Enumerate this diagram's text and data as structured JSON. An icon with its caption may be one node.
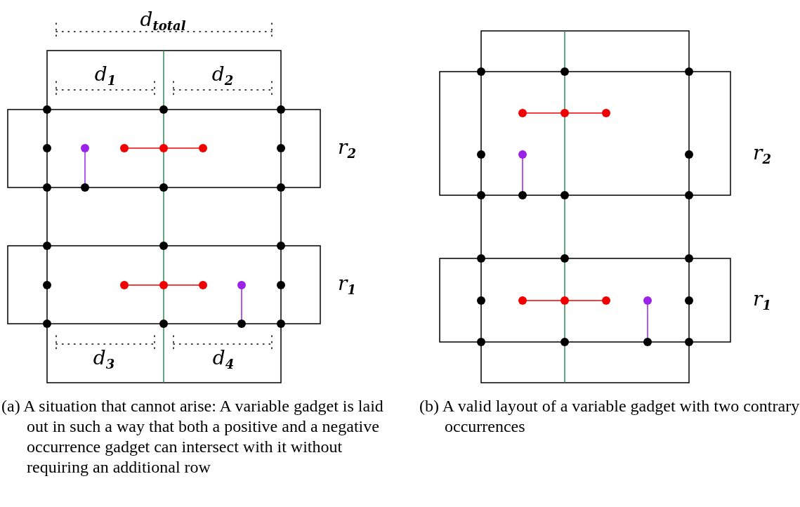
{
  "diagram": {
    "labels": [
      "d$_{total}$",
      "d$_{1}$",
      "d$_{2}$",
      "r$_{2}$",
      "r$_{1}$",
      "d$_{3}$",
      "d$_{4}$",
      "r$_{2}$",
      "r$_{1}$",
      "(a) A situation that cannot arise: A variable gadget is laid out in such a way that both a positive and a negative occurrence gadget can intersect with it without requiring an additional row",
      "(b) A valid layout of a variable gadget with two contrary occurrences"
    ]
  }
}
